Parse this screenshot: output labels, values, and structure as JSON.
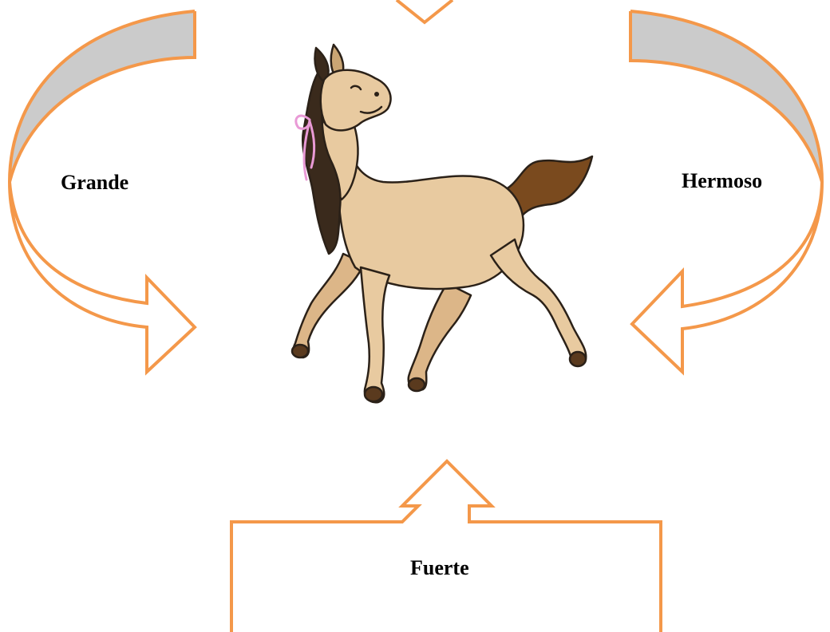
{
  "labels": {
    "left": "Grande",
    "right": "Hermoso",
    "bottom": "Fuerte"
  },
  "center_image": {
    "icon": "horse-illustration"
  },
  "colors": {
    "arrow_stroke": "#f4984a",
    "arrow_fill_gray": "#cbcbcb",
    "horse_body": "#e8caa0",
    "horse_mane": "#3a2a1c",
    "horse_tail": "#7a4a1e",
    "ribbon": "#e99ad6",
    "outline": "#2b2118"
  }
}
